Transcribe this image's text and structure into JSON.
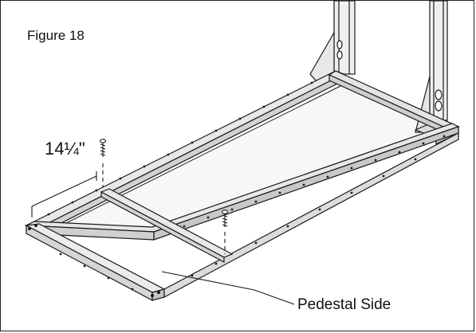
{
  "figure": {
    "label": "Figure 18",
    "dimension": "14¼\"",
    "callout": "Pedestal Side"
  },
  "colors": {
    "line": "#1a1a1a",
    "fill_light": "#f4f4f4",
    "fill_mid": "#e6e6e6",
    "fill_dark": "#cfcfcf"
  }
}
